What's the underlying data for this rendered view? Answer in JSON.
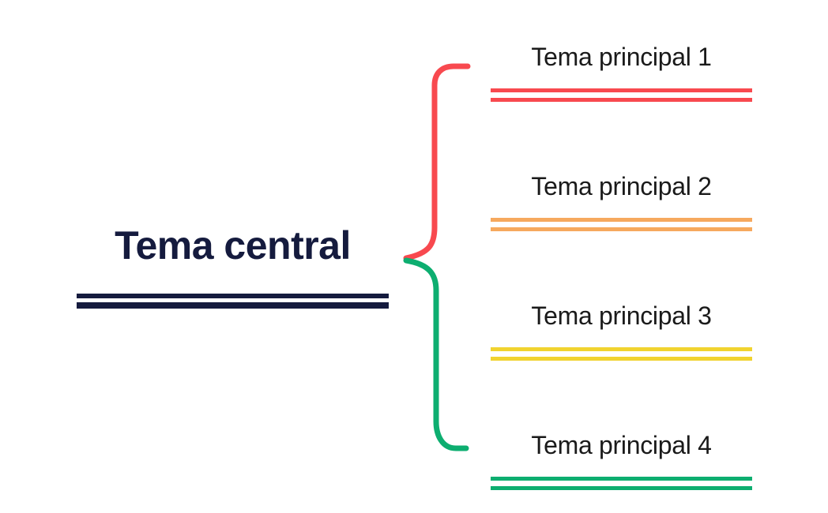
{
  "diagram": {
    "background_color": "#ffffff",
    "topic_text_color": "#1a1a1a",
    "central_topic": {
      "label": "Tema central",
      "text_color": "#151b3e",
      "underline_color": "#151b3e"
    },
    "brace": {
      "upper_color": "#f8494f",
      "lower_color": "#0dae70"
    },
    "main_topics": [
      {
        "label": "Tema principal 1",
        "underline_color": "#f8494f"
      },
      {
        "label": "Tema principal 2",
        "underline_color": "#f6a95e"
      },
      {
        "label": "Tema principal 3",
        "underline_color": "#f1d32f"
      },
      {
        "label": "Tema principal 4",
        "underline_color": "#0dae70"
      }
    ]
  }
}
